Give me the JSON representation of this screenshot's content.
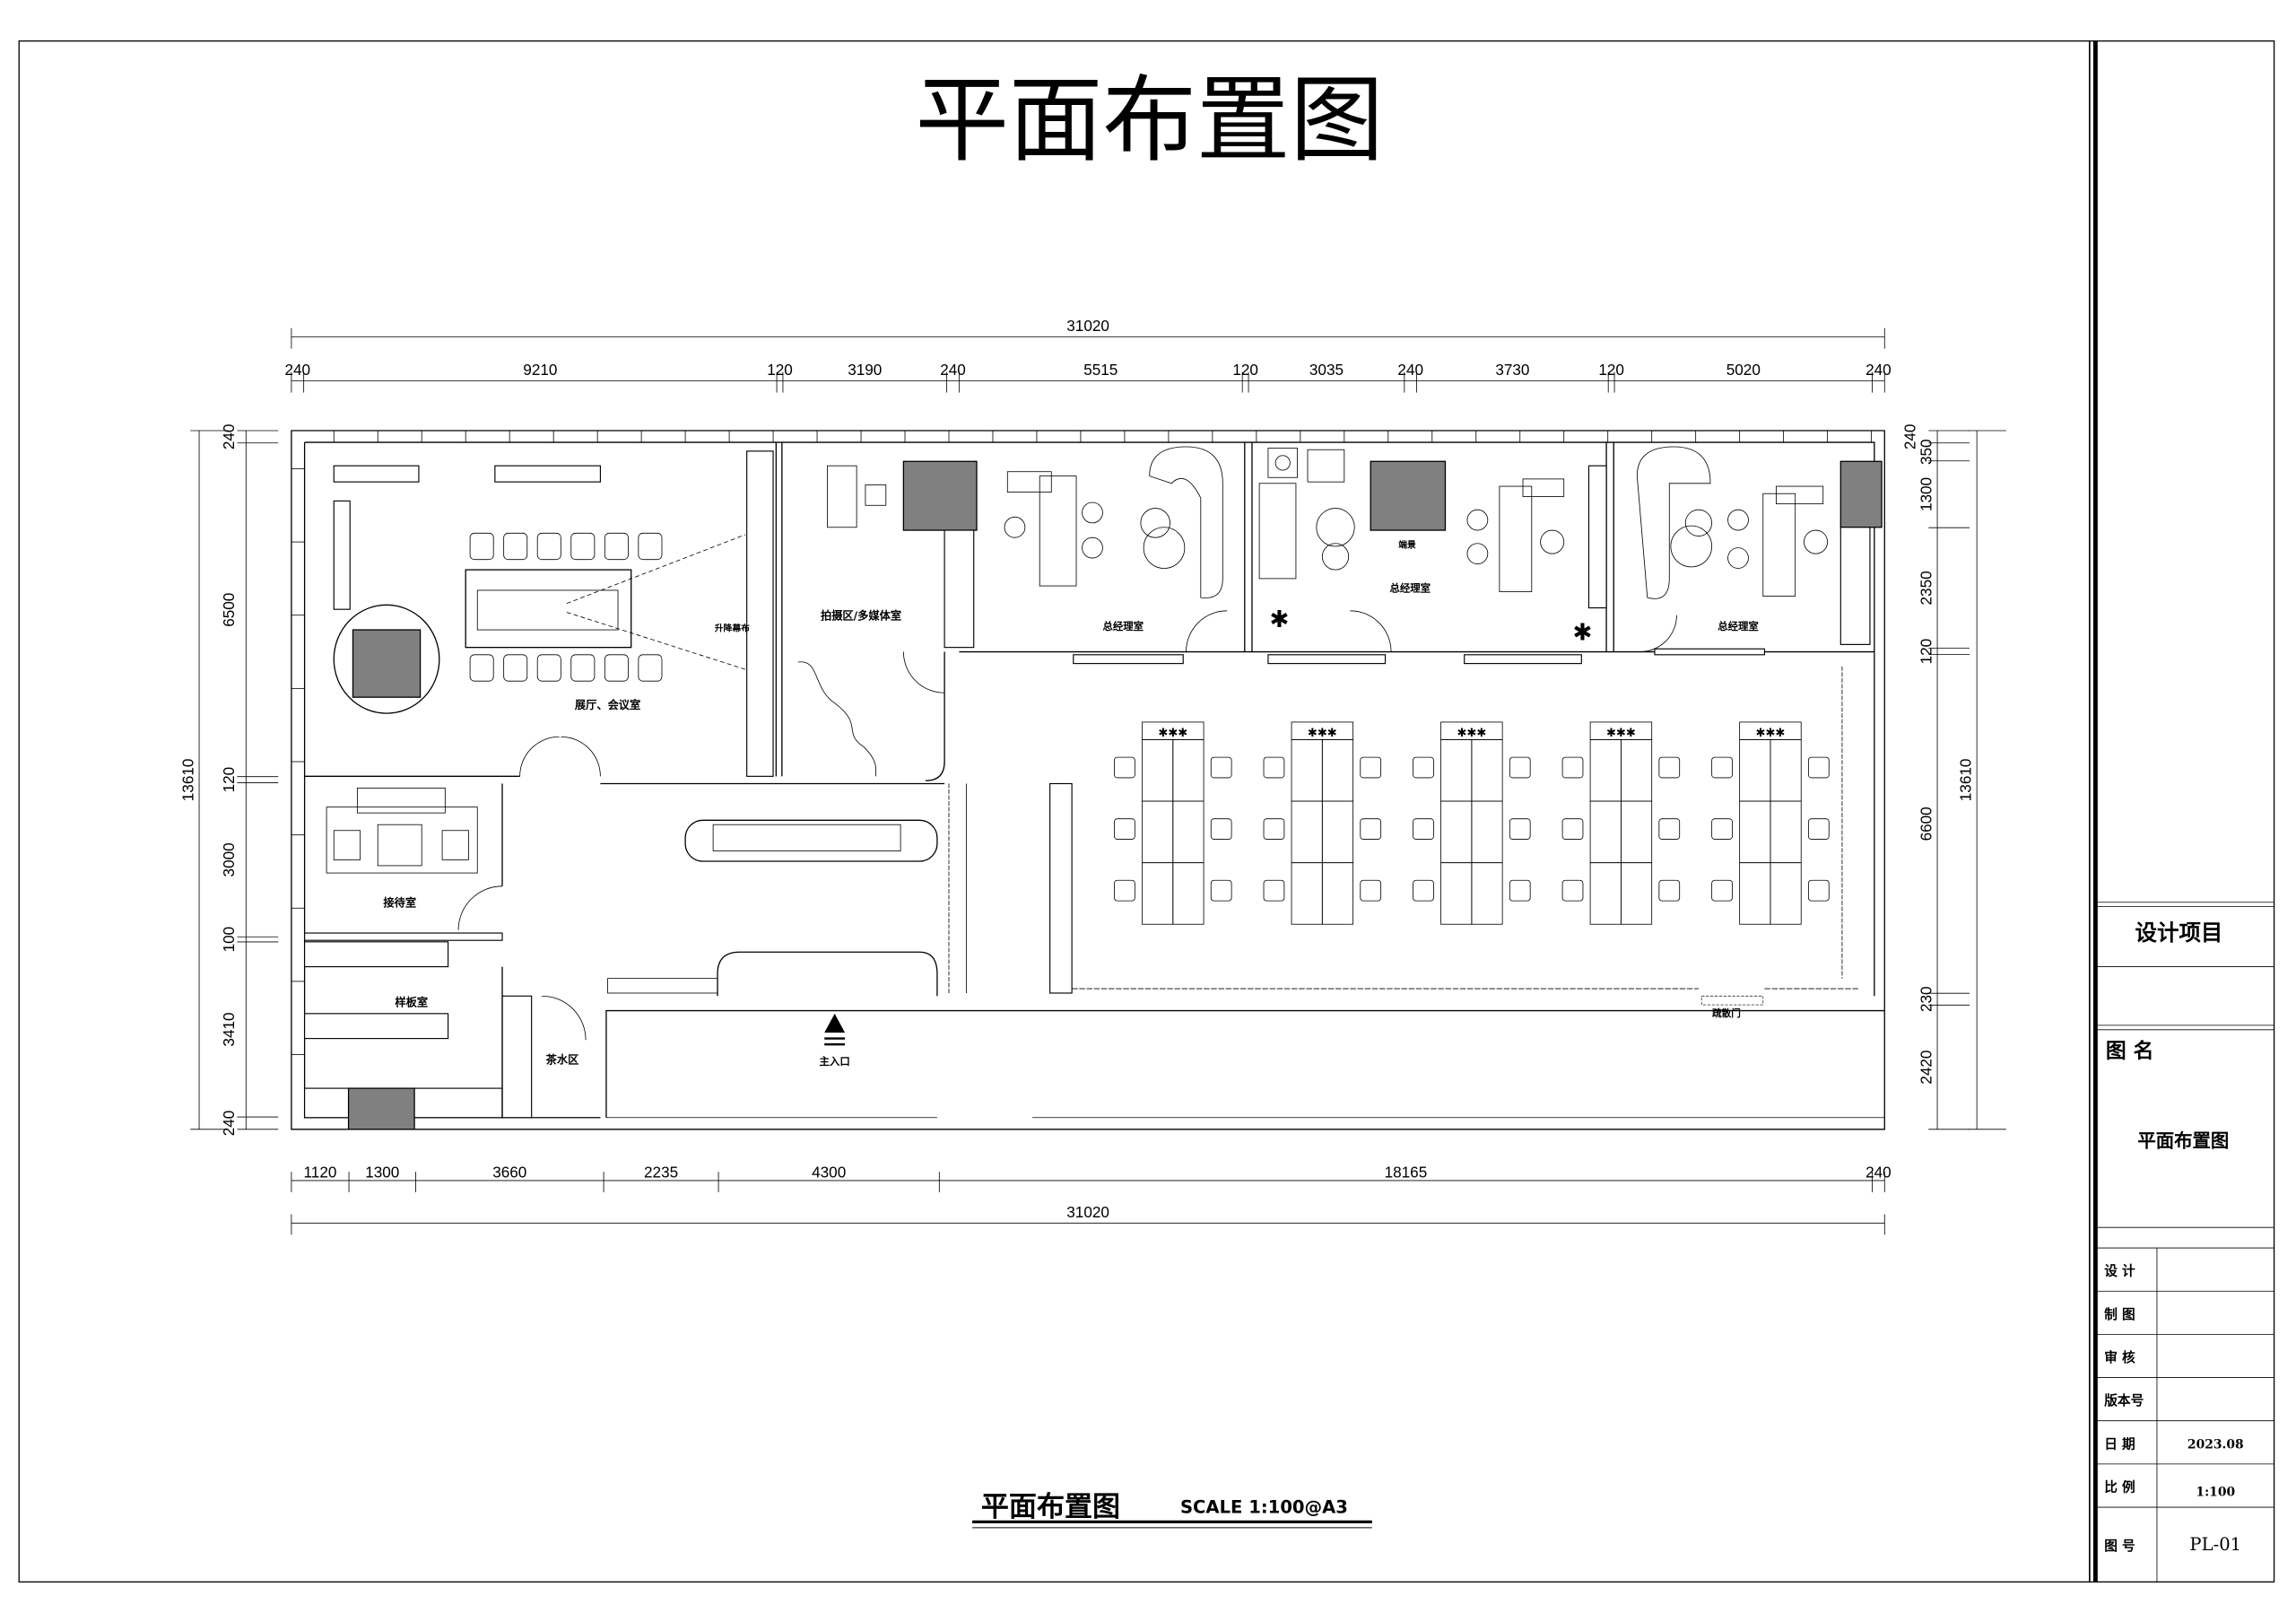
{
  "title": "平面布置图",
  "caption": {
    "name": "平面布置图",
    "scale": "SCALE 1:100@A3"
  },
  "dimensions": {
    "top_total": "31020",
    "top": [
      "240",
      "9210",
      "120",
      "3190",
      "240",
      "5515",
      "120",
      "3035",
      "240",
      "3730",
      "120",
      "5020",
      "240"
    ],
    "bottom_total": "31020",
    "bottom": [
      "1120",
      "1300",
      "3660",
      "2235",
      "4300",
      "18165",
      "240"
    ],
    "left_total": "13610",
    "left": [
      "240",
      "6500",
      "120",
      "3000",
      "100",
      "3410",
      "240"
    ],
    "right_total": "13610",
    "right": [
      "240",
      "350",
      "1300",
      "2350",
      "120",
      "6600",
      "230",
      "2420"
    ]
  },
  "rooms": {
    "exhibition": "展厅、会议室",
    "screen": "升降幕布",
    "studio": "拍摄区/多媒体室",
    "gm1": "总经理室",
    "gm2": "总经理室",
    "gm3": "总经理室",
    "feature_wall": "端景",
    "reception": "接待室",
    "sample": "样板室",
    "tea": "茶水区",
    "entrance": "主入口",
    "exit": "疏散门"
  },
  "title_block": {
    "project_label": "设计项目",
    "project_value": "",
    "drawing_name_label": "图 名",
    "drawing_name": "平面布置图",
    "rows": [
      {
        "label": "设 计",
        "value": ""
      },
      {
        "label": "制 图",
        "value": ""
      },
      {
        "label": "审 核",
        "value": ""
      },
      {
        "label": "版本号",
        "value": ""
      },
      {
        "label": "日 期",
        "value": "2023.08"
      },
      {
        "label": "比 例",
        "value": "1:100"
      },
      {
        "label": "图 号",
        "value": "PL-01"
      }
    ]
  }
}
